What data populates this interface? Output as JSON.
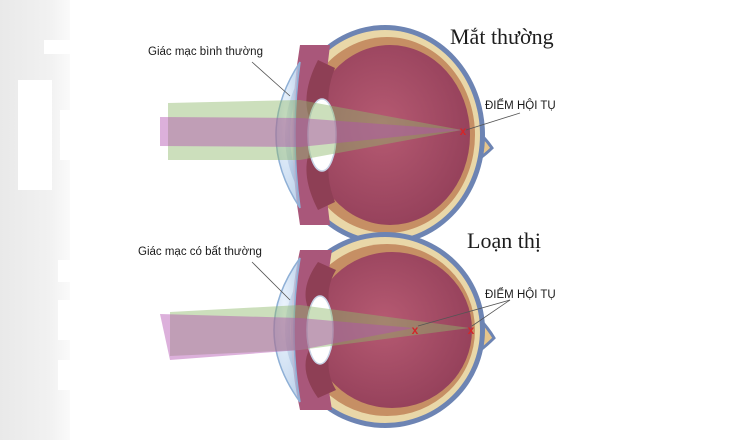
{
  "panels": [
    {
      "title": "Mắt thường",
      "cornea_label": "Giác mạc bình thường",
      "focus_label": "ĐIỂM HỘI TỤ"
    },
    {
      "title": "Loạn thị",
      "cornea_label": "Giác mạc có bất thường",
      "focus_label": "ĐIỂM HỘI TỤ"
    }
  ],
  "colors": {
    "sclera_outer": "#6d84b3",
    "sclera_inner": "#e9d7a8",
    "choroid": "#c68f64",
    "vitreous": "#a44a62",
    "cornea": "#c9ddf2",
    "beam_green": "#8fb96a",
    "beam_purple": "#b24fb0",
    "focus_mark": "#d3262a"
  }
}
